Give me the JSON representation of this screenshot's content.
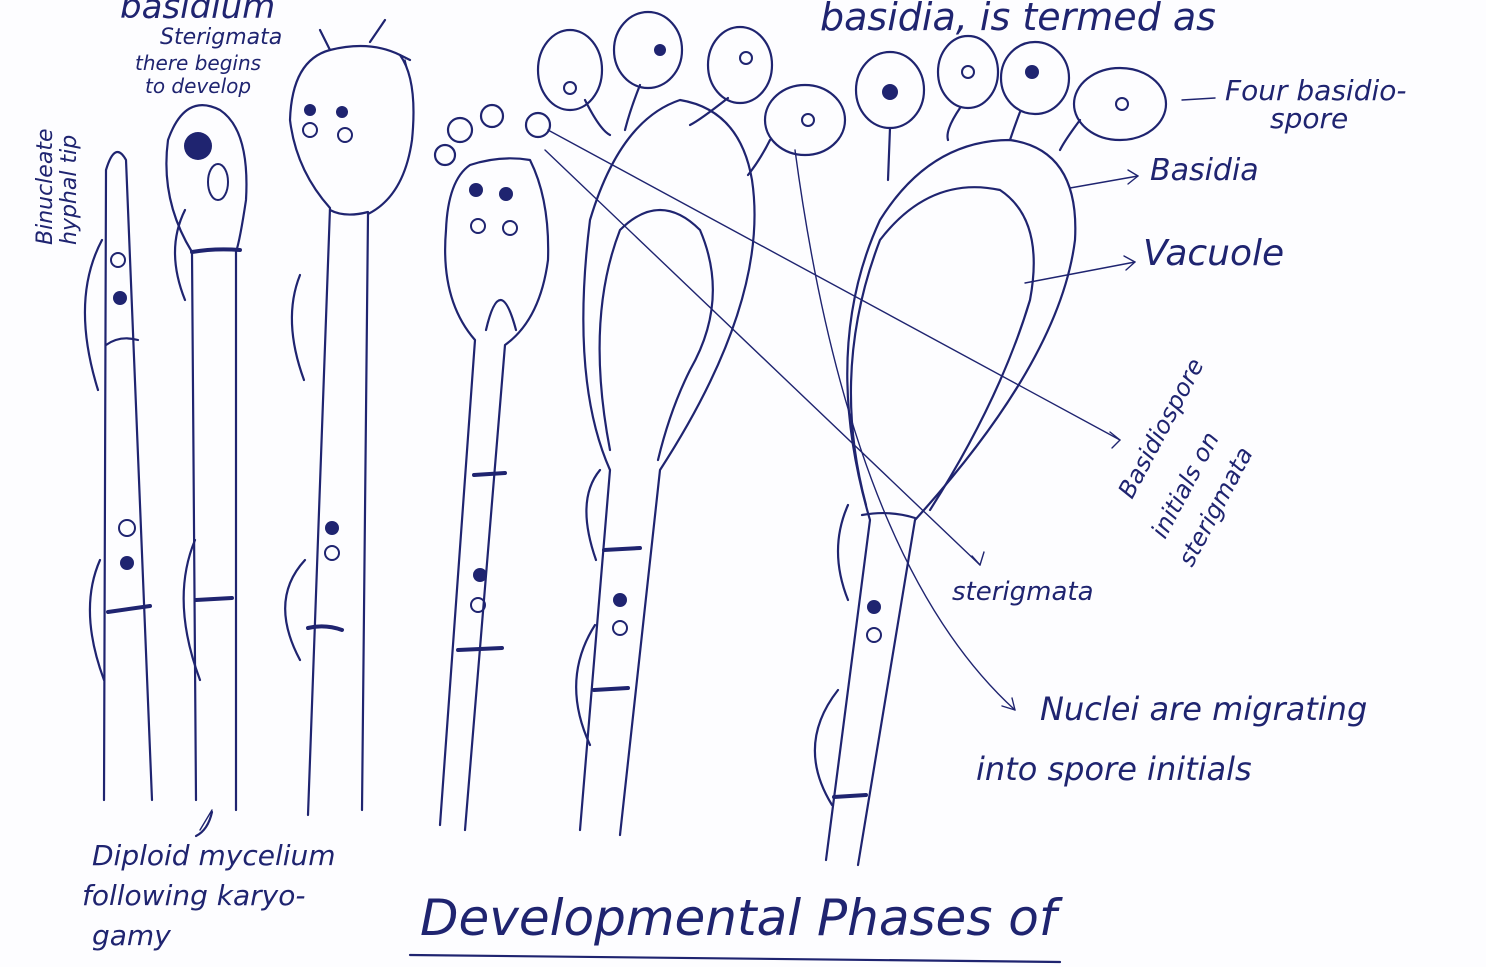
{
  "page": {
    "top_fragment_left": "basidium",
    "top_fragment_right": "basidia, is termed as",
    "caption": "Developmental Phases of"
  },
  "labels": {
    "binucleate_tip": [
      "Binucleate",
      "hyphal tip"
    ],
    "sterigmata_begin": [
      "Sterigmata",
      "there begins",
      "to develop"
    ],
    "four_basidiospore": [
      "Four basidio-",
      "spore"
    ],
    "basidia": "Basidia",
    "vacuole": "Vacuole",
    "basidiospore_initials": [
      "Basidiospore",
      "initials on",
      "sterigmata"
    ],
    "sterigmata": "sterigmata",
    "nuclei_migrating": [
      "Nuclei are migrating",
      "into spore initials"
    ],
    "diploid_mycelium": [
      "Diploid mycelium",
      "following karyo-",
      "gamy"
    ]
  },
  "colors": {
    "ink": "#1f2470",
    "paper": "#fdfdff"
  }
}
